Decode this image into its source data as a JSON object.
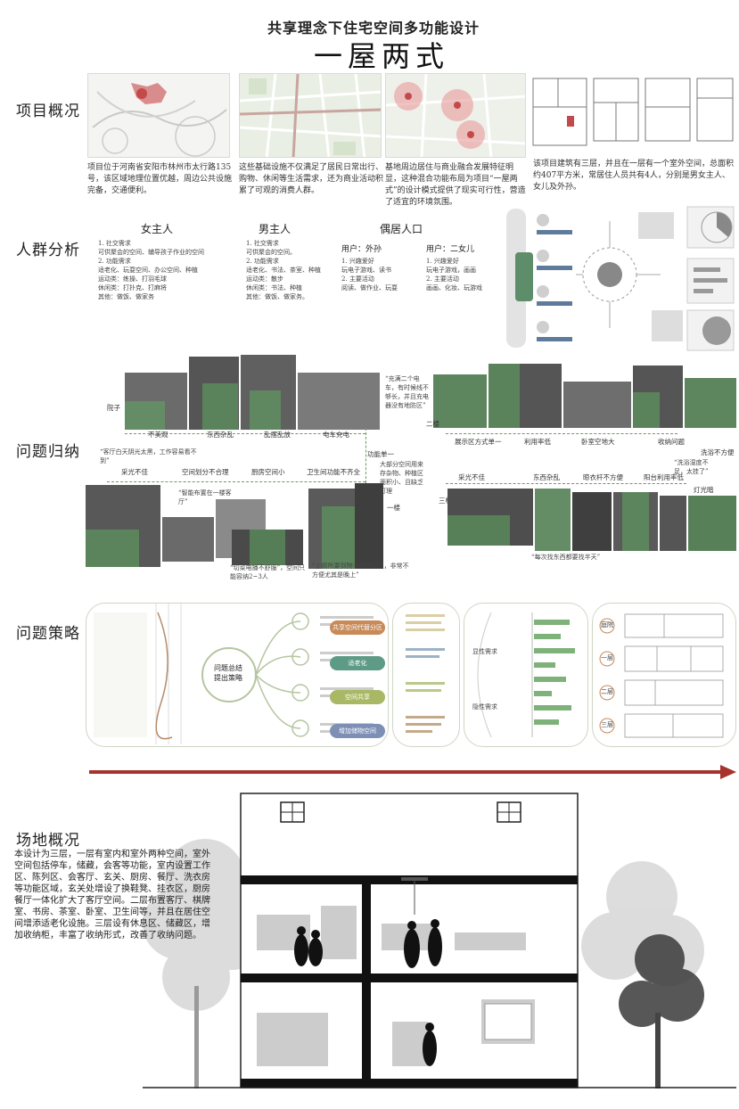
{
  "header": {
    "subtitle": "共享理念下住宅空间多功能设计",
    "title": "一屋两式"
  },
  "sections": {
    "overview": "项目概况",
    "crowd": "人群分析",
    "problems": "问题归纳",
    "strategy": "问题策略",
    "site": "场地概况"
  },
  "overview_texts": [
    "项目位于河南省安阳市林州市太行路135号，该区域地理位置优越，周边公共设施完备，交通便利。",
    "这些基础设施不仅满足了居民日常出行、购物、休闲等生活需求，还为商业活动积累了可观的消费人群。",
    "基地周边居住与商业融合发展特征明显，这种混合功能布局为项目“一屋两式”的设计模式提供了现实可行性，营造了适宜的环境氛围。",
    "该项目建筑有三层，并且在一层有一个室外空间，总面积约407平方米，常居住人员共有4人，分别是男女主人、女儿及外孙。"
  ],
  "crowd": {
    "woman": {
      "title": "女主人",
      "lines": [
        "1. 社交需求",
        "可供聚会的空间、辅导孩子作业的空间",
        "2. 功能需求",
        "适老化、玩耍空间、办公空间、种植",
        "运动类：练操、打羽毛球",
        "休闲类：打扑克、打麻将",
        "其他：做饭、做家务"
      ]
    },
    "man": {
      "title": "男主人",
      "lines": [
        "1. 社交需求",
        "可供聚会的空间。",
        "2. 功能需求",
        "适老化、书法、茶室、种植",
        "运动类：散步",
        "休闲类：书法、种植",
        "其他：做饭、做家务。"
      ]
    },
    "others_title": "偶居人口",
    "grandson": {
      "title": "用户：外孙",
      "lines": [
        "1. 兴趣爱好",
        "玩电子游戏、读书",
        "2. 主要活动",
        "阅读、做作业、玩耍"
      ]
    },
    "daughter": {
      "title": "用户：二女儿",
      "lines": [
        "1. 兴趣爱好",
        "玩电子游戏，画画",
        "2. 主要活动",
        "画画、化妆、玩游戏"
      ]
    }
  },
  "problems": {
    "yard": "院子",
    "floor2": "二楼",
    "floor3": "三楼",
    "floor1": "一楼",
    "top_labels": [
      "不美观",
      "东西杂乱",
      "乱摆乱放",
      "电车充电"
    ],
    "right_labels": [
      "展示区方式单一",
      "利用率低",
      "卧室空地大",
      "收纳问题",
      "洗浴不方便"
    ],
    "mid_labels": [
      "采光不佳",
      "空间划分不合理",
      "厨房空间小",
      "卫生间功能不齐全"
    ],
    "floor3_labels": [
      "采光不佳",
      "东西杂乱",
      "晾衣杆不方便",
      "阳台利用率低",
      "灯光暗"
    ],
    "notes": {
      "electric": "“充满二个电车，有时候线不够长，并且充电器没有地防区”",
      "livingroom": "“客厅白天阴光太黑，工作容易看不到”",
      "func": "功能单一",
      "yard_note": "大部分空间用来存杂物、种植区面积小、且缺乏打理",
      "smart": "“智能布置在一楼客厅”",
      "kitchen": "“切菜电播不舒服”，空间只能容纳2~3人",
      "stairs": "“上厕所要到院子的房间上，非常不方便尤其是晚上”",
      "bath": "“洗浴湿度不足，太挂了”",
      "clothes": "“每次找东西都要找半天”"
    }
  },
  "strategy": {
    "center": [
      "问题总结",
      "提出策略"
    ],
    "pills": [
      "共享空间代替分区",
      "适老化",
      "空间共享",
      "增加储物空间"
    ],
    "pill_colors": [
      "#c78a58",
      "#5e9b86",
      "#a9b865",
      "#7d8fb5"
    ],
    "needs_a": "显性需求",
    "needs_b": "隐性需求",
    "floors": [
      "庭院",
      "一层",
      "二层",
      "三层"
    ]
  },
  "site": {
    "text": "本设计为三层，一层有室内和室外两种空间，室外空间包括停车，储藏，会客等功能，室内设置工作区、陈列区、会客厅、玄关、厨房、餐厅、洗衣房等功能区域，玄关处增设了换鞋凳、挂衣区，厨房餐厅一体化扩大了客厅空间。二层布置客厅、棋牌室、书房、茶室、卧室、卫生间等，并且在居住空间增添适老化设施。三层设有休息区、储藏区，增加收纳柜，丰富了收纳形式，改善了收纳问题。"
  },
  "colors": {
    "accent_red": "#a8322c",
    "green_overlay": "#60aa60",
    "dash_green": "#6c9a5e"
  }
}
